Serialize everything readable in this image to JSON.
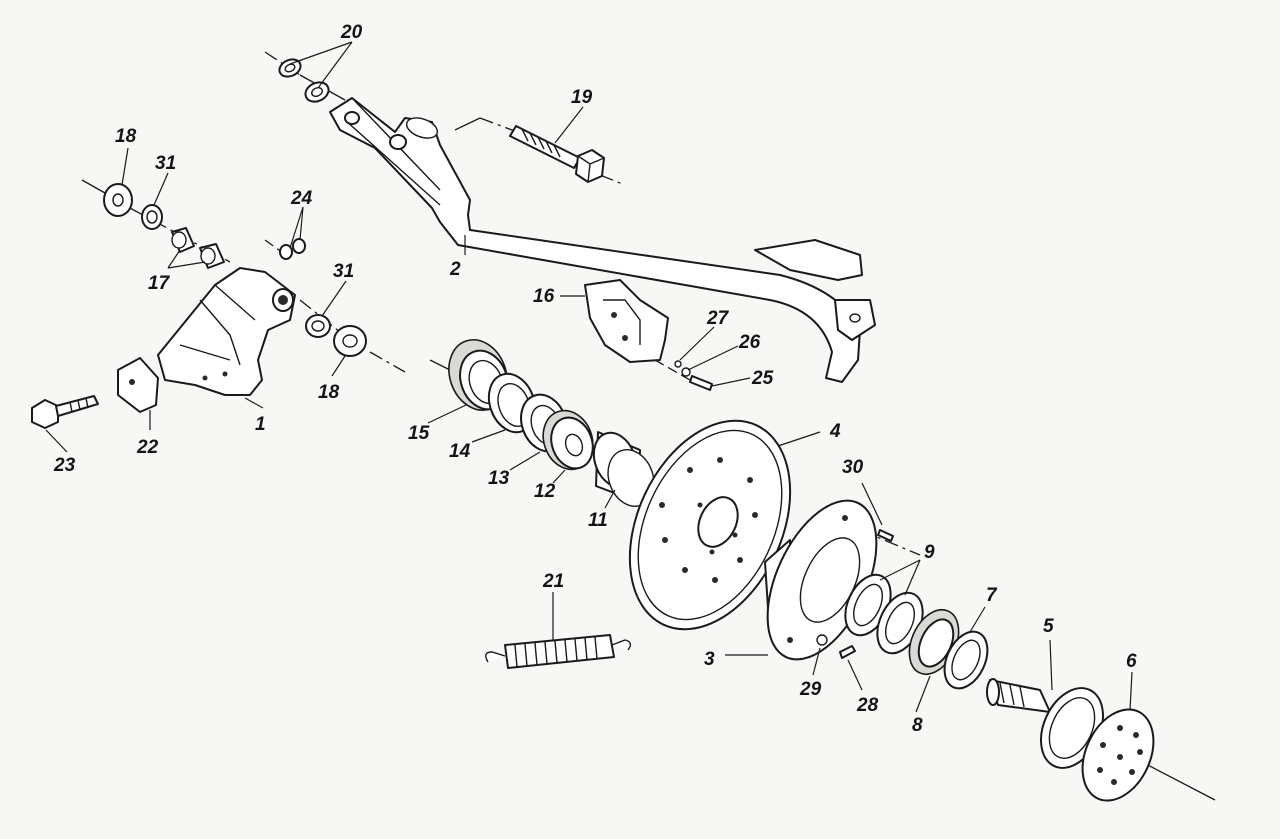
{
  "diagram": {
    "type": "exploded-parts-view",
    "callouts": [
      {
        "id": "c1",
        "text": "1"
      },
      {
        "id": "c2",
        "text": "2"
      },
      {
        "id": "c3",
        "text": "3"
      },
      {
        "id": "c4",
        "text": "4"
      },
      {
        "id": "c5",
        "text": "5"
      },
      {
        "id": "c6",
        "text": "6"
      },
      {
        "id": "c7",
        "text": "7"
      },
      {
        "id": "c8",
        "text": "8"
      },
      {
        "id": "c9",
        "text": "9"
      },
      {
        "id": "c11",
        "text": "11"
      },
      {
        "id": "c12",
        "text": "12"
      },
      {
        "id": "c13",
        "text": "13"
      },
      {
        "id": "c14",
        "text": "14"
      },
      {
        "id": "c15",
        "text": "15"
      },
      {
        "id": "c16",
        "text": "16"
      },
      {
        "id": "c17",
        "text": "17"
      },
      {
        "id": "c18a",
        "text": "18"
      },
      {
        "id": "c18b",
        "text": "18"
      },
      {
        "id": "c19",
        "text": "19"
      },
      {
        "id": "c20",
        "text": "20"
      },
      {
        "id": "c21",
        "text": "21"
      },
      {
        "id": "c22",
        "text": "22"
      },
      {
        "id": "c23",
        "text": "23"
      },
      {
        "id": "c24",
        "text": "24"
      },
      {
        "id": "c25",
        "text": "25"
      },
      {
        "id": "c26",
        "text": "26"
      },
      {
        "id": "c27",
        "text": "27"
      },
      {
        "id": "c28",
        "text": "28"
      },
      {
        "id": "c29",
        "text": "29"
      },
      {
        "id": "c30",
        "text": "30"
      },
      {
        "id": "c31a",
        "text": "31"
      },
      {
        "id": "c31b",
        "text": "31"
      }
    ]
  }
}
